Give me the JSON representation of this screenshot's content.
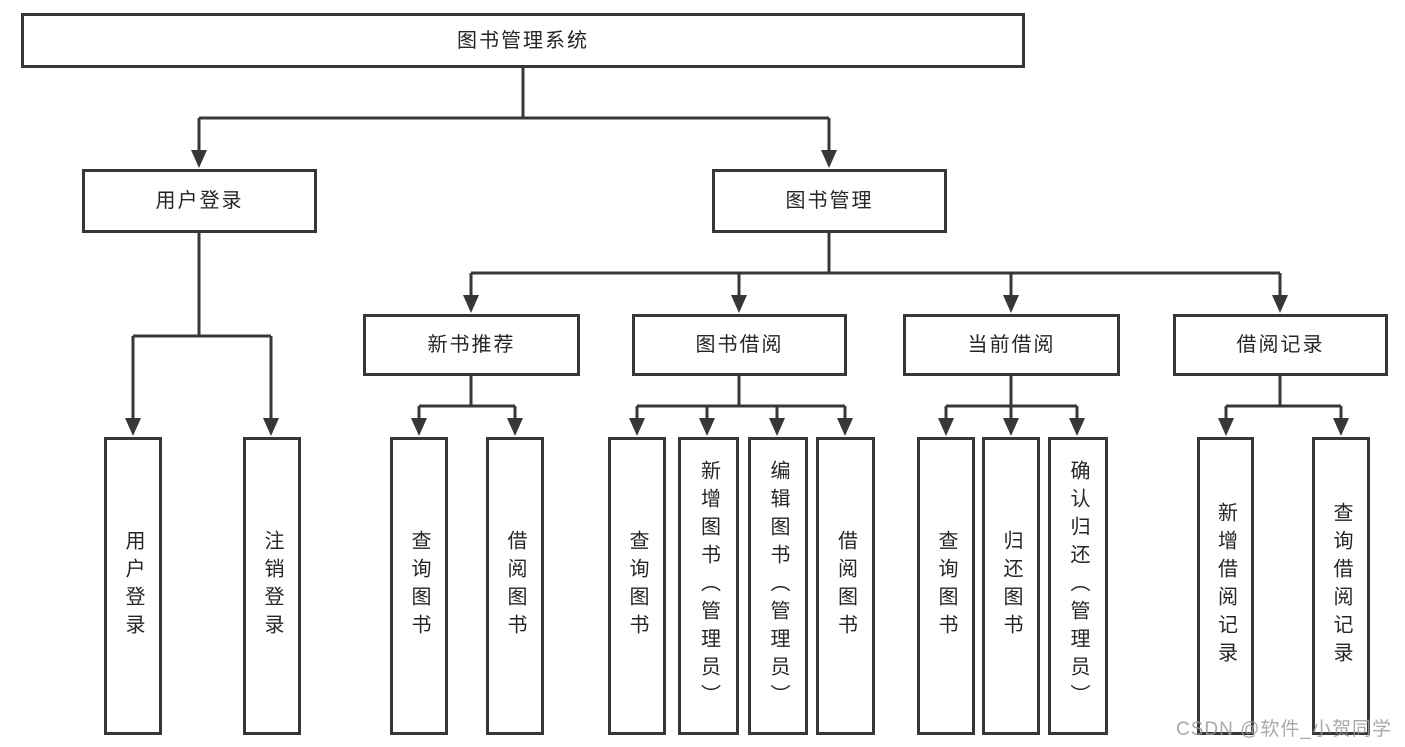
{
  "tree": {
    "root": {
      "label": "图书管理系统",
      "children": [
        {
          "label": "用户登录",
          "children": [
            {
              "label": "用户登录"
            },
            {
              "label": "注销登录"
            }
          ]
        },
        {
          "label": "图书管理",
          "children": [
            {
              "label": "新书推荐",
              "children": [
                {
                  "label": "查询图书"
                },
                {
                  "label": "借阅图书"
                }
              ]
            },
            {
              "label": "图书借阅",
              "children": [
                {
                  "label": "查询图书"
                },
                {
                  "label": "新增图书（管理员）"
                },
                {
                  "label": "编辑图书（管理员）"
                },
                {
                  "label": "借阅图书"
                }
              ]
            },
            {
              "label": "当前借阅",
              "children": [
                {
                  "label": "查询图书"
                },
                {
                  "label": "归还图书"
                },
                {
                  "label": "确认归还（管理员）"
                }
              ]
            },
            {
              "label": "借阅记录",
              "children": [
                {
                  "label": "新增借阅记录"
                },
                {
                  "label": "查询借阅记录"
                }
              ]
            }
          ]
        }
      ]
    }
  },
  "watermark": {
    "text": "CSDN @软件_小贺同学"
  },
  "colors": {
    "line": "#373737",
    "box_border": "#373737",
    "text": "#262626",
    "watermark": "#9b9b9b",
    "background": "#ffffff"
  }
}
